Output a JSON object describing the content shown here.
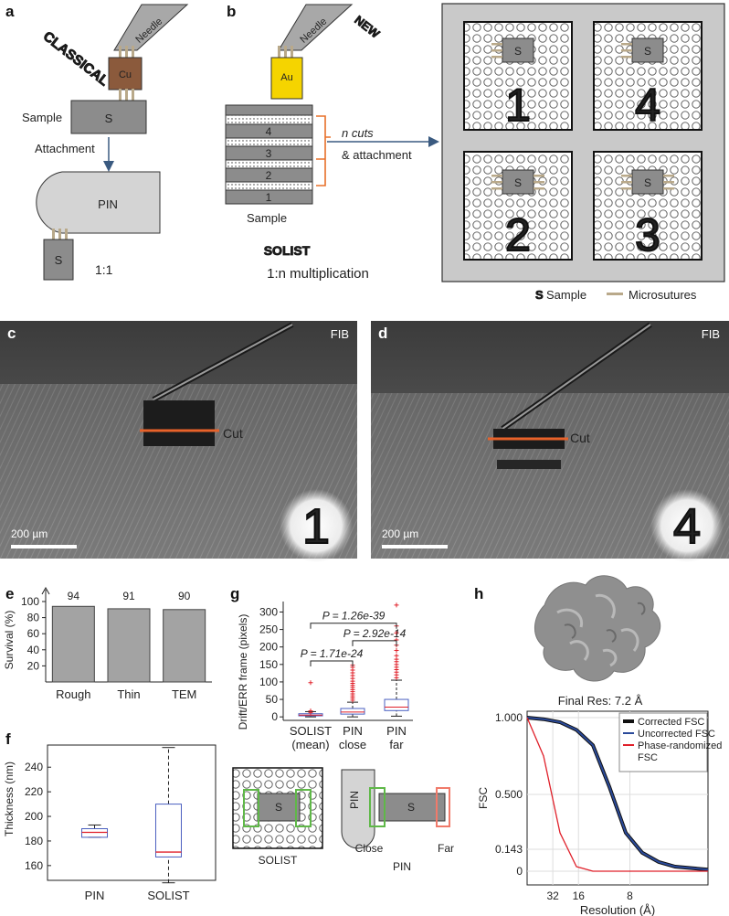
{
  "panel_labels": [
    "a",
    "b",
    "c",
    "d",
    "e",
    "f",
    "g",
    "h"
  ],
  "a": {
    "title": "CLASSICAL",
    "needle": "Needle",
    "cu": "Cu",
    "sample_label": "Sample",
    "s": "S",
    "attachment": "Attachment",
    "pin": "PIN",
    "ratio": "1:1"
  },
  "b": {
    "title": "NEW",
    "needle": "Needle",
    "au": "Au",
    "layers": [
      "4",
      "3",
      "2",
      "1"
    ],
    "sample_label": "Sample",
    "n_cuts": "n cuts",
    "attachment": "& attachment",
    "solist": "SOLIST",
    "multiplication": "1:n multiplication",
    "grid_numbers": [
      "1",
      "4",
      "2",
      "3"
    ],
    "s": "S",
    "legend_sample": "Sample",
    "legend_microsutures": "Microsutures"
  },
  "c": {
    "mode": "FIB",
    "cut": "Cut",
    "scalebar": "200 µm",
    "badge": "1"
  },
  "d": {
    "mode": "FIB",
    "cut": "Cut",
    "scalebar": "200 µm",
    "badge": "4"
  },
  "colors": {
    "cut_line": "#e8622a",
    "cu": "#8b5a3c",
    "au": "#f5d400",
    "suture": "#b9a98a",
    "orange": "#e8702a",
    "arrow": "#3a5a80"
  },
  "chart_data": [
    {
      "id": "e",
      "type": "bar",
      "categories": [
        "Rough",
        "Thin",
        "TEM"
      ],
      "values": [
        94,
        91,
        90
      ],
      "ylabel": "Survival (%)",
      "ylim": [
        0,
        100
      ],
      "yticks": [
        20,
        40,
        60,
        80,
        100
      ]
    },
    {
      "id": "f",
      "type": "box",
      "categories": [
        "PIN",
        "SOLIST"
      ],
      "ylabel": "Thickness (nm)",
      "ylim": [
        148,
        258
      ],
      "yticks": [
        160,
        180,
        200,
        220,
        240
      ],
      "boxes": [
        {
          "whisker_low": 183,
          "q1": 183,
          "median": 187,
          "q3": 190,
          "whisker_high": 193
        },
        {
          "whisker_low": 146,
          "q1": 167,
          "median": 171,
          "q3": 210,
          "whisker_high": 256
        }
      ]
    },
    {
      "id": "g",
      "type": "box",
      "categories": [
        "SOLIST\n(mean)",
        "PIN\nclose",
        "PIN\nfar"
      ],
      "ylabel": "Drift/ERR frame (pixels)",
      "ylim": [
        -10,
        330
      ],
      "yticks": [
        0,
        50,
        100,
        150,
        200,
        250,
        300
      ],
      "boxes": [
        {
          "whisker_low": 0,
          "q1": 3,
          "median": 5,
          "q3": 9,
          "whisker_high": 15,
          "outliers": [
            98,
            17,
            12
          ]
        },
        {
          "whisker_low": 0,
          "q1": 8,
          "median": 14,
          "q3": 24,
          "whisker_high": 42,
          "outliers": [
            48,
            54,
            60,
            66,
            72,
            78,
            84,
            90,
            96,
            102,
            110,
            118,
            126,
            134,
            142,
            148
          ]
        },
        {
          "whisker_low": 2,
          "q1": 18,
          "median": 28,
          "q3": 50,
          "whisker_high": 105,
          "outliers": [
            112,
            120,
            128,
            135,
            142,
            150,
            158,
            165,
            175,
            190,
            205,
            220,
            240,
            260,
            320
          ]
        }
      ],
      "annotations": [
        "P = 1.26e-39",
        "P = 2.92e-14",
        "P = 1.71e-24"
      ],
      "schematic_labels": {
        "solist": "SOLIST",
        "pin": "PIN",
        "close": "Close",
        "far": "Far",
        "s": "S"
      }
    },
    {
      "id": "h",
      "type": "line",
      "title": "Final Res: 7.2 Å",
      "xlabel": "Resolution (Å)",
      "ylabel": "FSC",
      "xticks": [
        "32",
        "16",
        "8"
      ],
      "yticks": [
        "1.000",
        "0.500",
        "0.143",
        "0"
      ],
      "series": [
        {
          "name": "Corrected FSC",
          "color": "#111111"
        },
        {
          "name": "Uncorrected FSC",
          "color": "#2a4a9a"
        },
        {
          "name": "Phase-randomized FSC",
          "color": "#e0202a"
        }
      ],
      "x_spatial_freq": [
        0.0,
        0.02,
        0.04,
        0.06,
        0.08,
        0.1,
        0.12,
        0.14,
        0.16,
        0.18,
        0.2,
        0.22
      ],
      "corrected": [
        1.0,
        0.99,
        0.97,
        0.92,
        0.82,
        0.55,
        0.25,
        0.12,
        0.06,
        0.03,
        0.02,
        0.01
      ],
      "phase_randomized": [
        1.0,
        0.75,
        0.25,
        0.03,
        0.0,
        0.0,
        0.0,
        0.0,
        0.0,
        0.0,
        0.0,
        0.0
      ]
    }
  ]
}
